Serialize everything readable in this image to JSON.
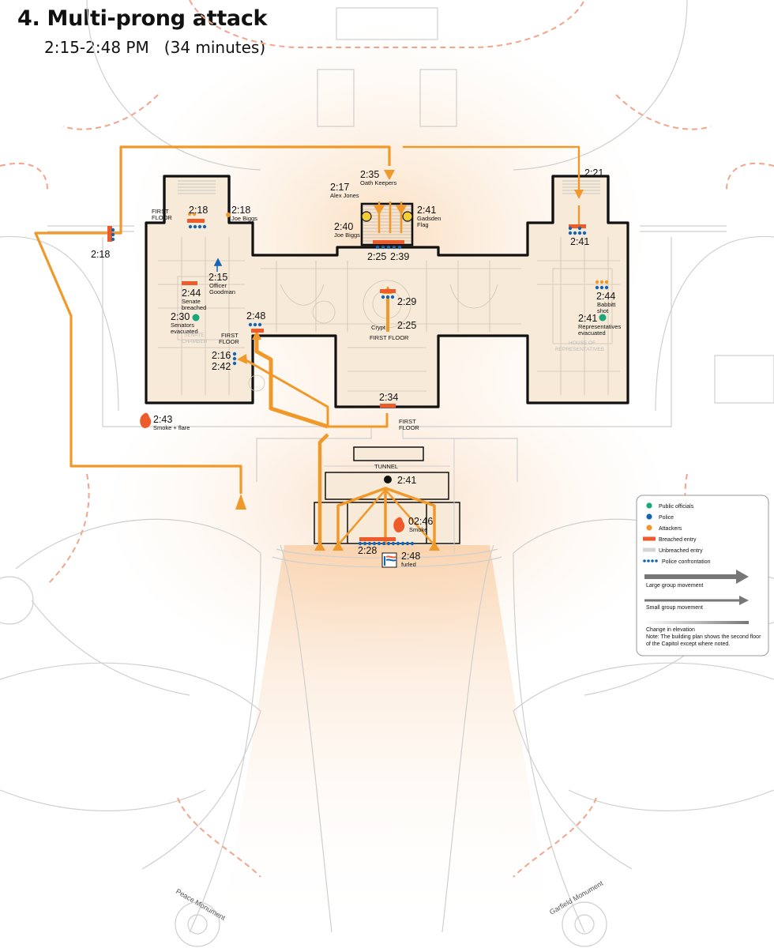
{
  "title": "4. Multi-prong attack",
  "subtitle": "2:15-2:48 PM   (34 minutes)",
  "colors": {
    "public_officials": "#1aa77a",
    "police": "#1565b3",
    "attackers": "#f0992a",
    "breached_entry": "#ee5b2b",
    "unbreached_entry": "#d5d5d5",
    "walls": "#111111",
    "grounds": "#cfcfcf",
    "fence": "#f2a58b"
  },
  "labels": {
    "first_floor_left": [
      "FIRST",
      "FLOOR"
    ],
    "first_floor_inner": [
      "FIRST",
      "FLOOR"
    ],
    "first_floor_crypt": "FIRST FLOOR",
    "first_floor_south": [
      "FIRST",
      "FLOOR"
    ],
    "tunnel": "TUNNEL",
    "senate_chamber": [
      "SENATE",
      "CHAMBER"
    ],
    "house_chamber": [
      "HOUSE OF",
      "REPRESENTATIVES"
    ],
    "peace_monument": "Peace Monument",
    "garfield_monument": "Garfield Monument"
  },
  "events": {
    "e218_nw": {
      "time": "2:18"
    },
    "e218_senate": {
      "time": "2:18"
    },
    "e218_biggs": {
      "time": "2:18",
      "note": "Joe Biggs"
    },
    "e215": {
      "time": "2:15",
      "note": [
        "Officer",
        "Goodman"
      ]
    },
    "e244_senate": {
      "time": "2:44",
      "note": [
        "Senate",
        "breached"
      ]
    },
    "e230": {
      "time": "2:30",
      "note": [
        "Senators",
        "evacuated"
      ]
    },
    "e248_inner": {
      "time": "2:48"
    },
    "e216": {
      "time": "2:16"
    },
    "e242": {
      "time": "2:42"
    },
    "e243": {
      "time": "2:43",
      "note": "Smoke + flare"
    },
    "e217": {
      "time": "2:17",
      "note": "Alex Jones"
    },
    "e235": {
      "time": "2:35",
      "note": "Oath Keepers"
    },
    "e240": {
      "time": "2:40",
      "note": "Joe Biggs"
    },
    "e241_gadsden": {
      "time": "2:41",
      "note": [
        "Gadsden",
        "Flag"
      ]
    },
    "e225_n": {
      "time": "2:25"
    },
    "e239": {
      "time": "2:39"
    },
    "e229": {
      "time": "2:29"
    },
    "e225_crypt": {
      "time": "2:25",
      "note": "Crypt"
    },
    "e234": {
      "time": "2:34"
    },
    "e221": {
      "time": "2:21"
    },
    "e241_house": {
      "time": "2:41"
    },
    "e244_babbitt": {
      "time": "2:44",
      "note": [
        "Babbitt",
        "shot"
      ]
    },
    "e241_reps": {
      "time": "2:41",
      "note": [
        "Representatives",
        "evacuated"
      ]
    },
    "e241_tunnel": {
      "time": "2:41"
    },
    "e246": {
      "time": "02:46",
      "note": "Smoke"
    },
    "e228": {
      "time": "2:28"
    },
    "e248_flag": {
      "time": "2:48",
      "note": "furled"
    }
  },
  "legend": {
    "items": [
      {
        "symbol": "dot",
        "color": "#1aa77a",
        "label": "Public officials"
      },
      {
        "symbol": "dot",
        "color": "#1565b3",
        "label": "Police"
      },
      {
        "symbol": "dot",
        "color": "#f0992a",
        "label": "Attackers"
      },
      {
        "symbol": "bar",
        "color": "#ee5b2b",
        "label": "Breached entry"
      },
      {
        "symbol": "bar",
        "color": "#d5d5d5",
        "label": "Unbreached entry"
      },
      {
        "symbol": "dots",
        "color": "#1565b3",
        "label": "Police confrontation"
      },
      {
        "symbol": "arrow-large",
        "color": "#777777",
        "label": "Large group movement"
      },
      {
        "symbol": "arrow-small",
        "color": "#777777",
        "label": "Small group movement"
      },
      {
        "symbol": "gradient",
        "color": "#777777",
        "label": "Change in elevation"
      }
    ],
    "note": [
      "Note: The building plan shows the second floor",
      "of the Capitol except where noted."
    ]
  }
}
